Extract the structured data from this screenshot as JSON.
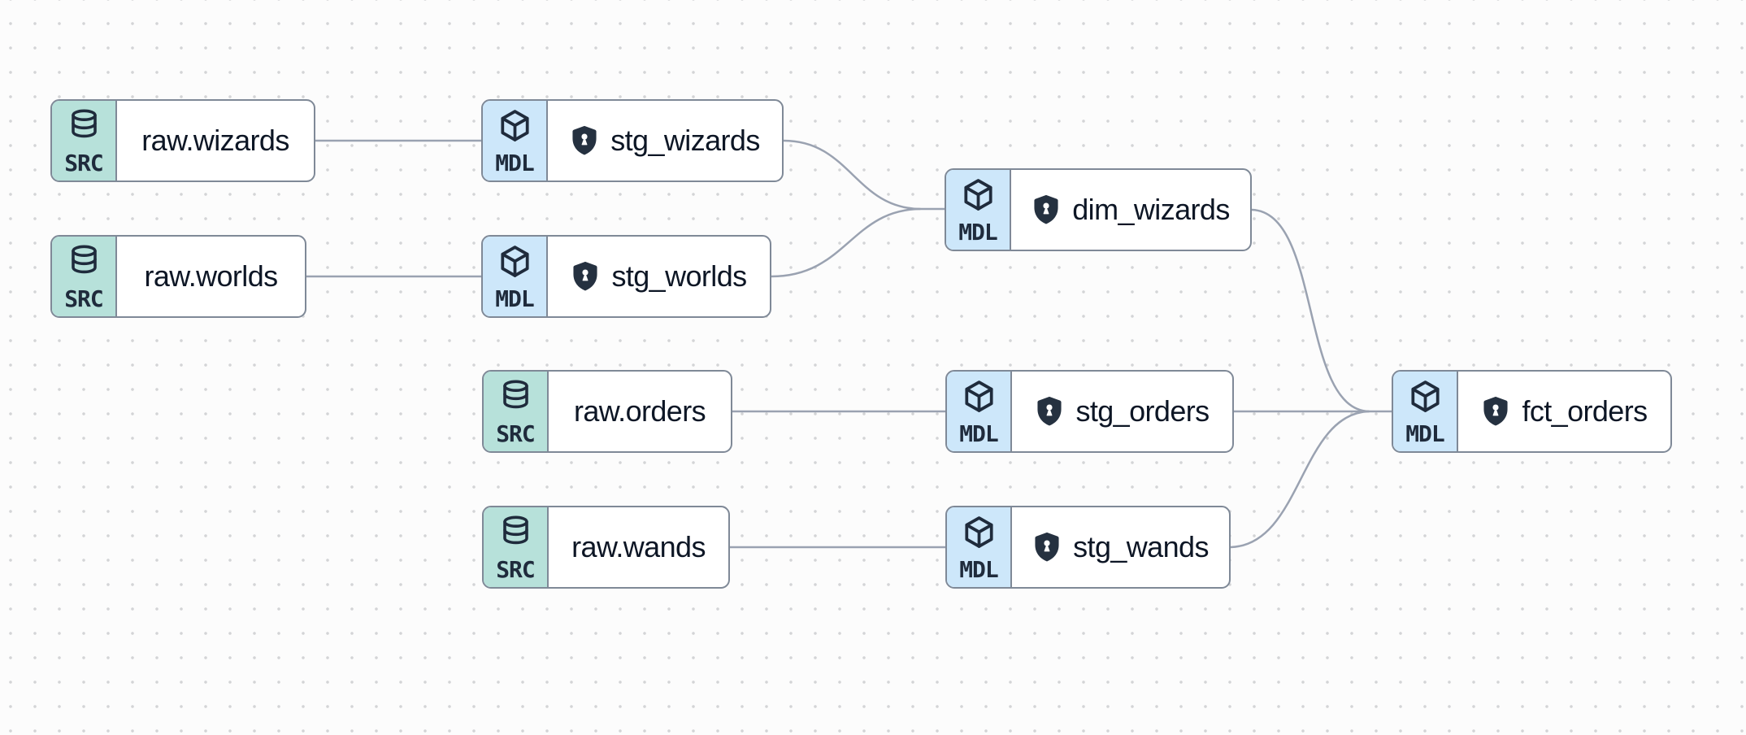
{
  "graph": {
    "colors": {
      "background": "#fcfcfc",
      "grid_dot": "#d3d4d6",
      "node_border": "#7f8997",
      "node_background": "#ffffff",
      "src_badge_background": "#b7e1da",
      "mdl_badge_background": "#cde7fa",
      "icon_ink": "#1f2b3c",
      "name_ink": "#0d1625",
      "shield_fill": "#253140",
      "edge_stroke": "#9aa2b1"
    },
    "nodes": [
      {
        "id": "raw_wizards",
        "type_badge": "SRC",
        "badge_icon": "database-icon",
        "name": "raw.wizards",
        "protected_shield": false
      },
      {
        "id": "stg_wizards",
        "type_badge": "MDL",
        "badge_icon": "cube-icon",
        "name": "stg_wizards",
        "protected_shield": true
      },
      {
        "id": "raw_worlds",
        "type_badge": "SRC",
        "badge_icon": "database-icon",
        "name": "raw.worlds",
        "protected_shield": false
      },
      {
        "id": "stg_worlds",
        "type_badge": "MDL",
        "badge_icon": "cube-icon",
        "name": "stg_worlds",
        "protected_shield": true
      },
      {
        "id": "dim_wizards",
        "type_badge": "MDL",
        "badge_icon": "cube-icon",
        "name": "dim_wizards",
        "protected_shield": true
      },
      {
        "id": "raw_orders",
        "type_badge": "SRC",
        "badge_icon": "database-icon",
        "name": "raw.orders",
        "protected_shield": false
      },
      {
        "id": "stg_orders",
        "type_badge": "MDL",
        "badge_icon": "cube-icon",
        "name": "stg_orders",
        "protected_shield": true
      },
      {
        "id": "fct_orders",
        "type_badge": "MDL",
        "badge_icon": "cube-icon",
        "name": "fct_orders",
        "protected_shield": true
      },
      {
        "id": "raw_wands",
        "type_badge": "SRC",
        "badge_icon": "database-icon",
        "name": "raw.wands",
        "protected_shield": false
      },
      {
        "id": "stg_wands",
        "type_badge": "MDL",
        "badge_icon": "cube-icon",
        "name": "stg_wands",
        "protected_shield": true
      }
    ],
    "edges": [
      {
        "from": "raw.wizards",
        "to": "stg_wizards"
      },
      {
        "from": "raw.worlds",
        "to": "stg_worlds"
      },
      {
        "from": "stg_wizards",
        "to": "dim_wizards"
      },
      {
        "from": "stg_worlds",
        "to": "dim_wizards"
      },
      {
        "from": "raw.orders",
        "to": "stg_orders"
      },
      {
        "from": "raw.wands",
        "to": "stg_wands"
      },
      {
        "from": "dim_wizards",
        "to": "fct_orders"
      },
      {
        "from": "stg_orders",
        "to": "fct_orders"
      },
      {
        "from": "stg_wands",
        "to": "fct_orders"
      }
    ]
  }
}
